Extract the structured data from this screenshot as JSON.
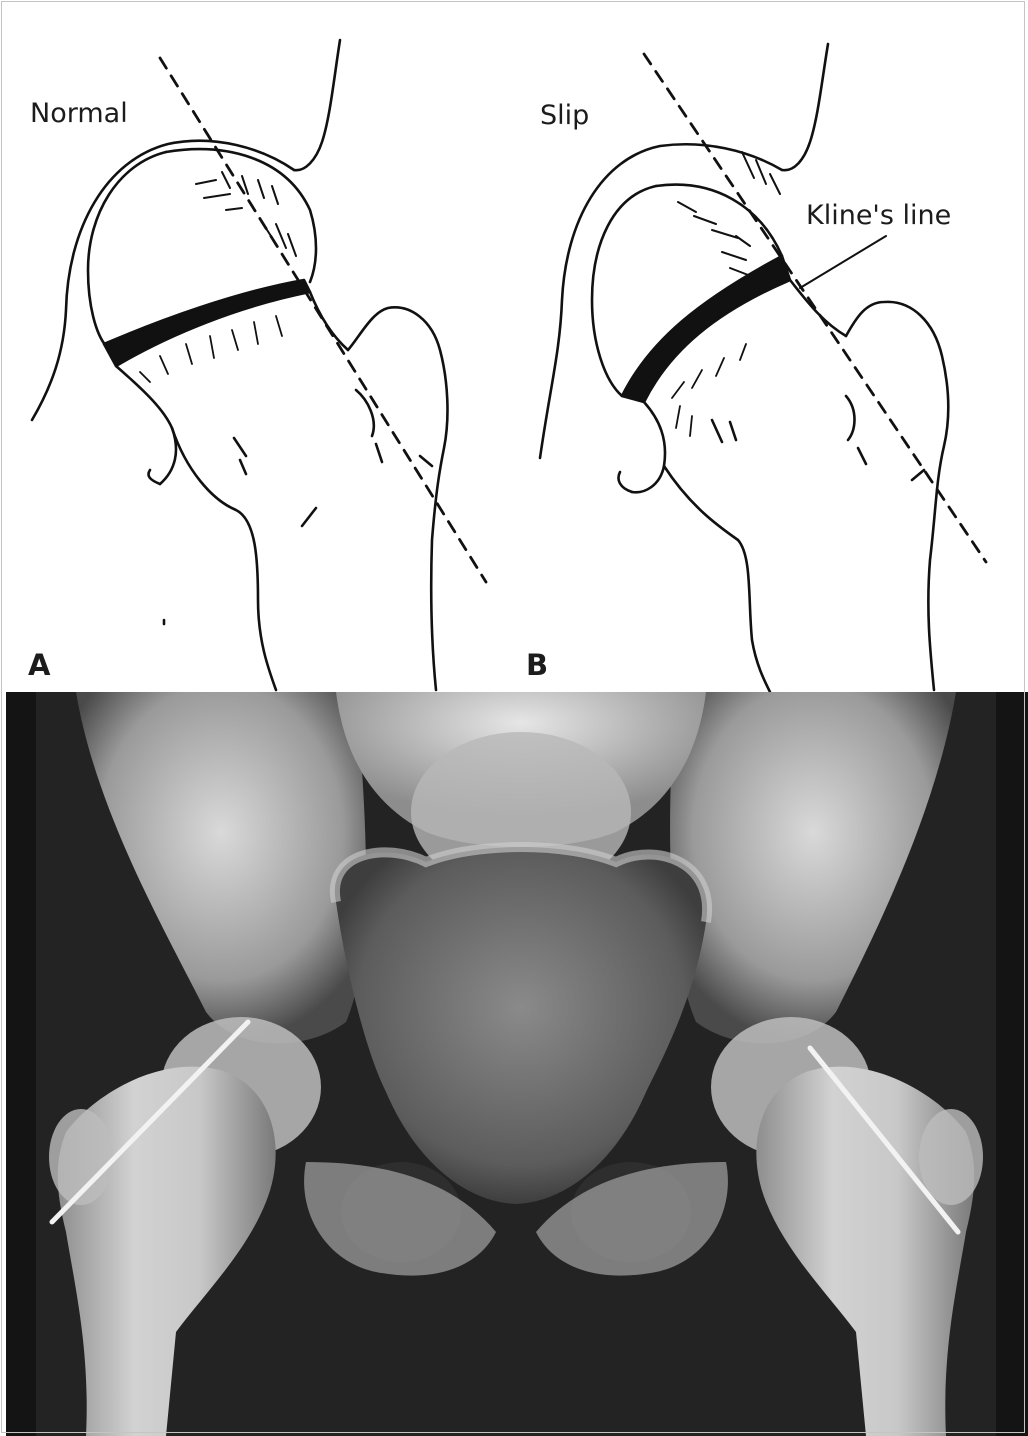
{
  "figure": {
    "panel_a": {
      "caption": "Normal",
      "letter": "A"
    },
    "panel_b": {
      "caption": "Slip",
      "letter": "B",
      "annotation": "Kline's line"
    }
  },
  "colors": {
    "line_art": "#111111",
    "background": "#ffffff",
    "xray_dark": "#101010",
    "xray_bone": "#d8d8d8",
    "drawn_line": "#f2f2f2"
  }
}
